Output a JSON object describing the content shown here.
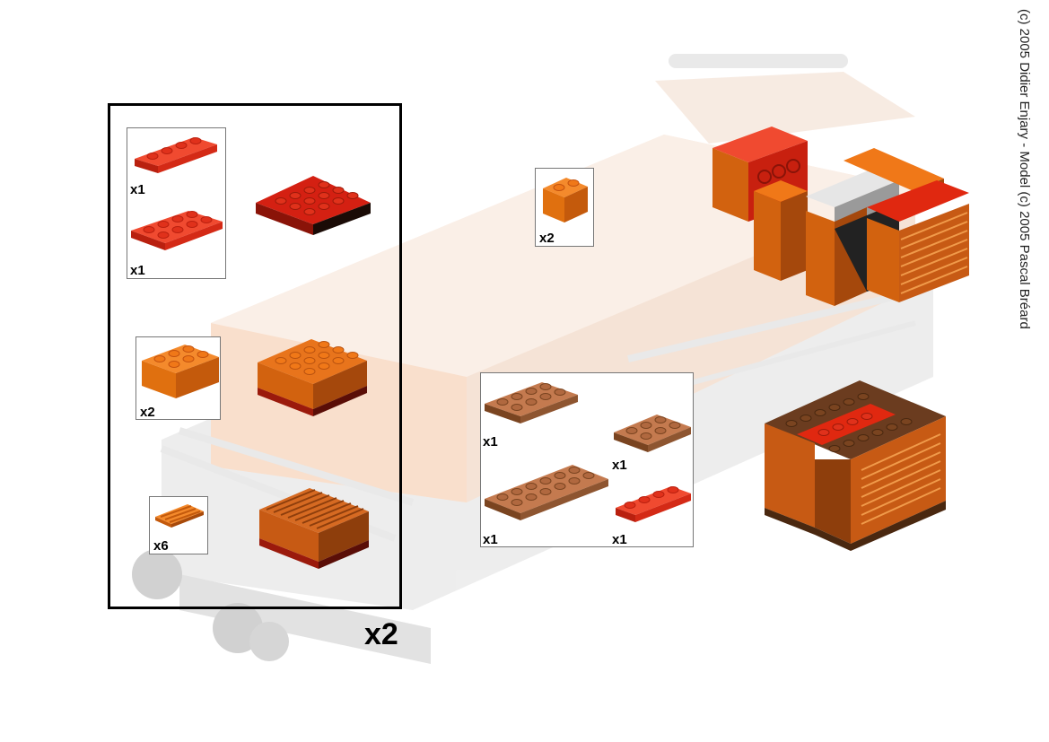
{
  "copyright": "(c) 2005 Didier Enjary - Model (c) 2005 Pascal Bréard",
  "subassembly": {
    "multiplier": "x2",
    "step1_parts": [
      {
        "part": "plate-1x4",
        "color": "#e0311b",
        "qty": "x1"
      },
      {
        "part": "plate-2x4",
        "color": "#e0311b",
        "qty": "x1"
      }
    ],
    "step2_parts": [
      {
        "part": "brick-2x3",
        "color": "#f07818",
        "qty": "x2"
      }
    ],
    "step3_parts": [
      {
        "part": "grille-tile-1x2",
        "color": "#f07818",
        "qty": "x6"
      }
    ]
  },
  "main_step": {
    "parts_top": [
      {
        "part": "brick-1x2",
        "color": "#f07818",
        "qty": "x2"
      }
    ],
    "parts_bottom": [
      {
        "part": "plate-2x4",
        "color": "#b0683f",
        "qty": "x1"
      },
      {
        "part": "plate-2x3",
        "color": "#b0683f",
        "qty": "x1"
      },
      {
        "part": "plate-2x6",
        "color": "#b0683f",
        "qty": "x1"
      },
      {
        "part": "plate-1x4",
        "color": "#e0311b",
        "qty": "x1"
      }
    ]
  },
  "colors": {
    "red": "#e0311b",
    "dark_red": "#c8200f",
    "orange": "#f07818",
    "dark_orange": "#c4520f",
    "brown": "#b0683f",
    "dark_brown": "#5a3219",
    "ghost": "#f3d9c8"
  }
}
